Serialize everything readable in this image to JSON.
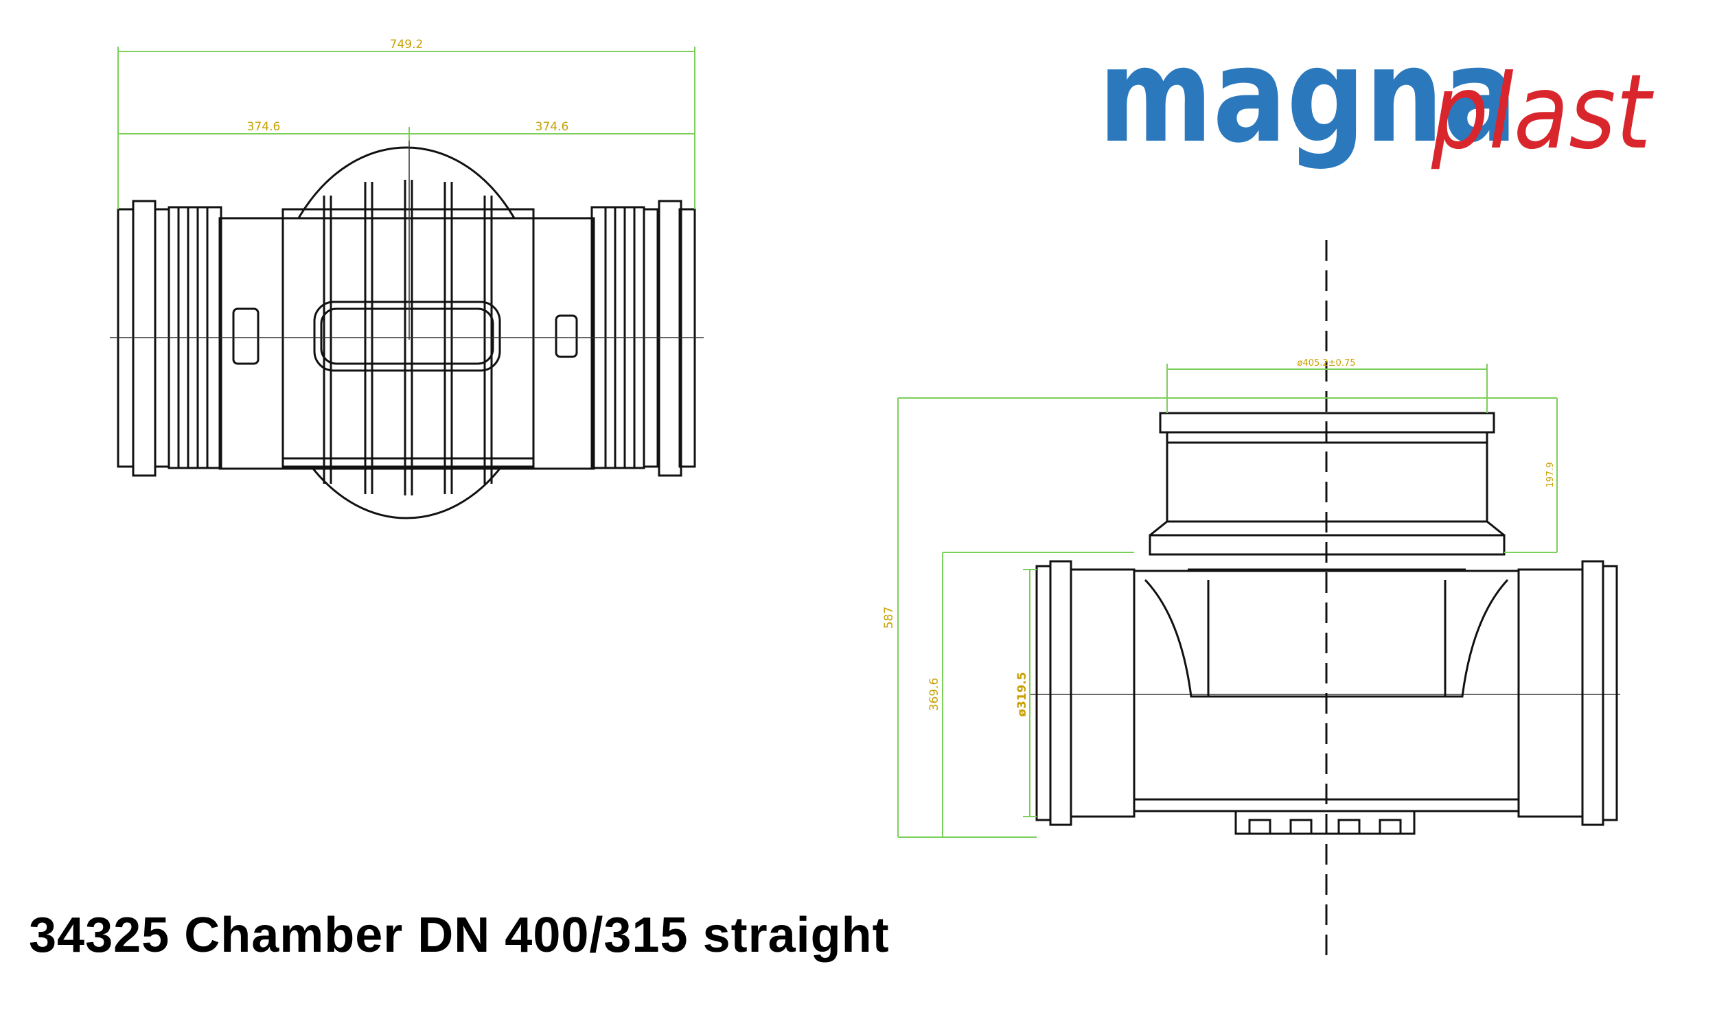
{
  "title": "34325 Chamber DN 400/315 straight",
  "logo": {
    "part1": "magna",
    "part2": "plast",
    "color_blue": "#2b78bd",
    "color_red": "#d9262c"
  },
  "top_view": {
    "overall_width": "749.2",
    "half_left": "374.6",
    "half_right": "374.6"
  },
  "side_view": {
    "top_diameter": "ø405.2±0.75",
    "height_total": "587",
    "height_to_shoulder": "369.6",
    "pipe_diameter": "ø319.5",
    "socket_height": "197.9"
  },
  "colors": {
    "dimension_line": "#7ccf5a",
    "dimension_text": "#c8a000",
    "outline": "#111111"
  }
}
